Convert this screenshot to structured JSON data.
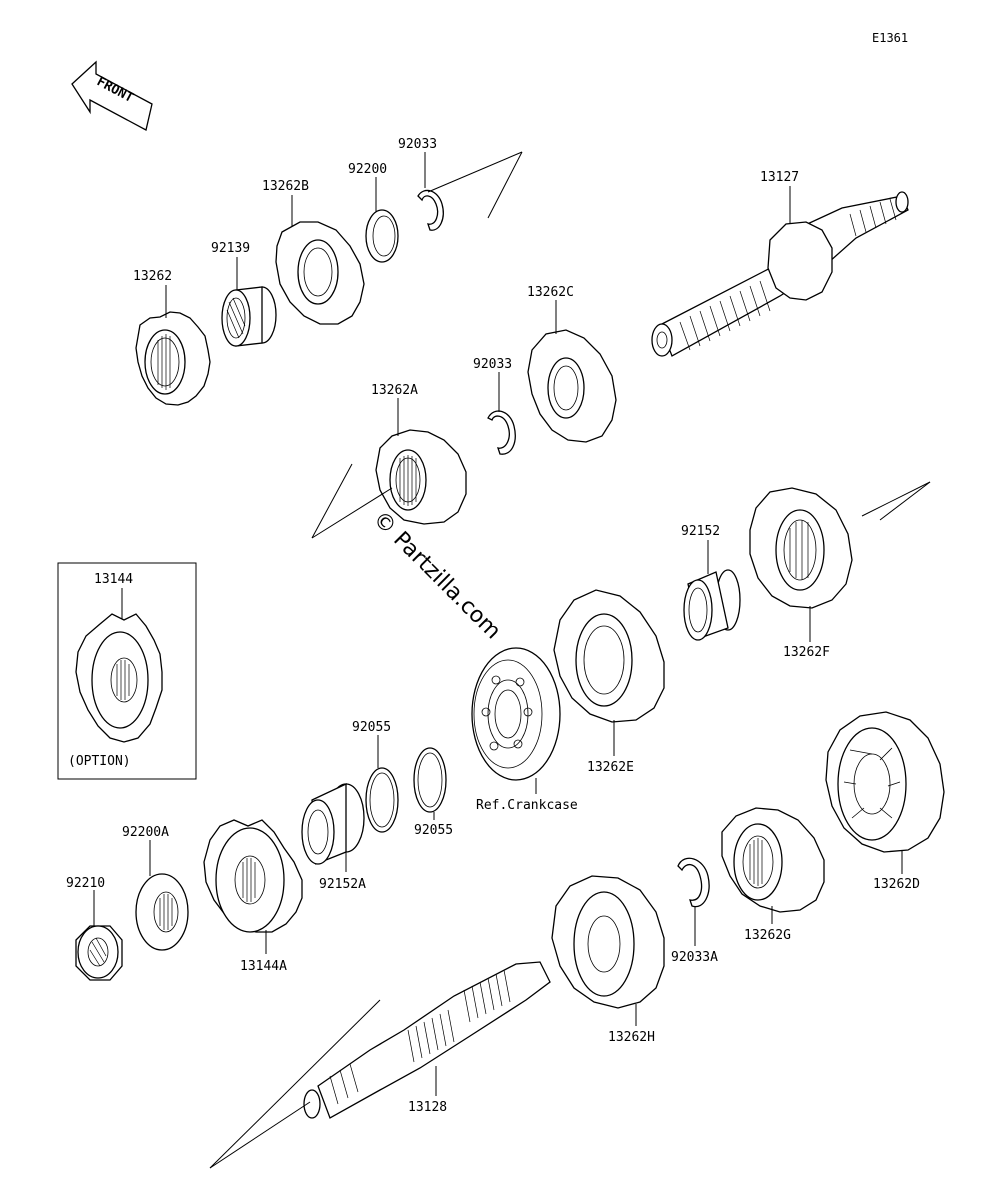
{
  "diagram_code": "E1361",
  "front_label": "FRONT",
  "watermark": "© Partzilla.com",
  "option_box_label": "(OPTION)",
  "colors": {
    "line": "#000000",
    "background": "#ffffff"
  },
  "parts": {
    "p13262": "13262",
    "p92139": "92139",
    "p13262B": "13262B",
    "p92200": "92200",
    "p92033_top": "92033",
    "p13127": "13127",
    "p13262C": "13262C",
    "p92033_mid": "92033",
    "p13262A": "13262A",
    "p92152": "92152",
    "p13262F": "13262F",
    "p13144": "13144",
    "p13262E": "13262E",
    "p92055_a": "92055",
    "p92055_b": "92055",
    "ref_crankcase": "Ref.Crankcase",
    "p92152A": "92152A",
    "p92200A": "92200A",
    "p92210": "92210",
    "p13144A": "13144A",
    "p13262D": "13262D",
    "p13262G": "13262G",
    "p92033A": "92033A",
    "p13262H": "13262H",
    "p13128": "13128"
  }
}
